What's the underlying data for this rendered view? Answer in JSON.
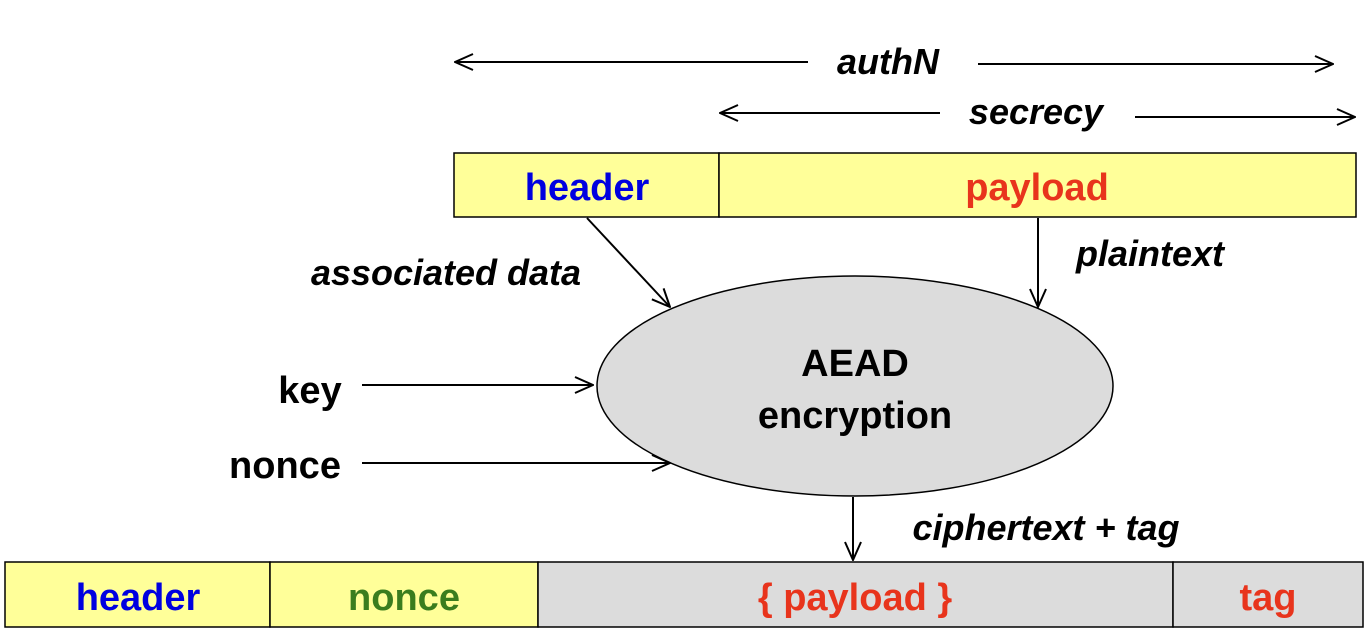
{
  "labels": {
    "authn": "authN",
    "secrecy": "secrecy",
    "header_top": "header",
    "payload_top": "payload",
    "associated_data": "associated data",
    "plaintext": "plaintext",
    "key": "key",
    "nonce_input": "nonce",
    "aead_line1": "AEAD",
    "aead_line2": "encryption",
    "ciphertext_tag": "ciphertext + tag",
    "header_bottom": "header",
    "nonce_bottom": "nonce",
    "payload_bottom": "{ payload }",
    "tag_bottom": "tag"
  },
  "colors": {
    "yellow_box": "#ffff99",
    "gray_box": "#dcdcdc",
    "header_text": "#0000e0",
    "payload_text": "#e8341c",
    "nonce_text": "#3a7d1e",
    "black": "#000000"
  }
}
